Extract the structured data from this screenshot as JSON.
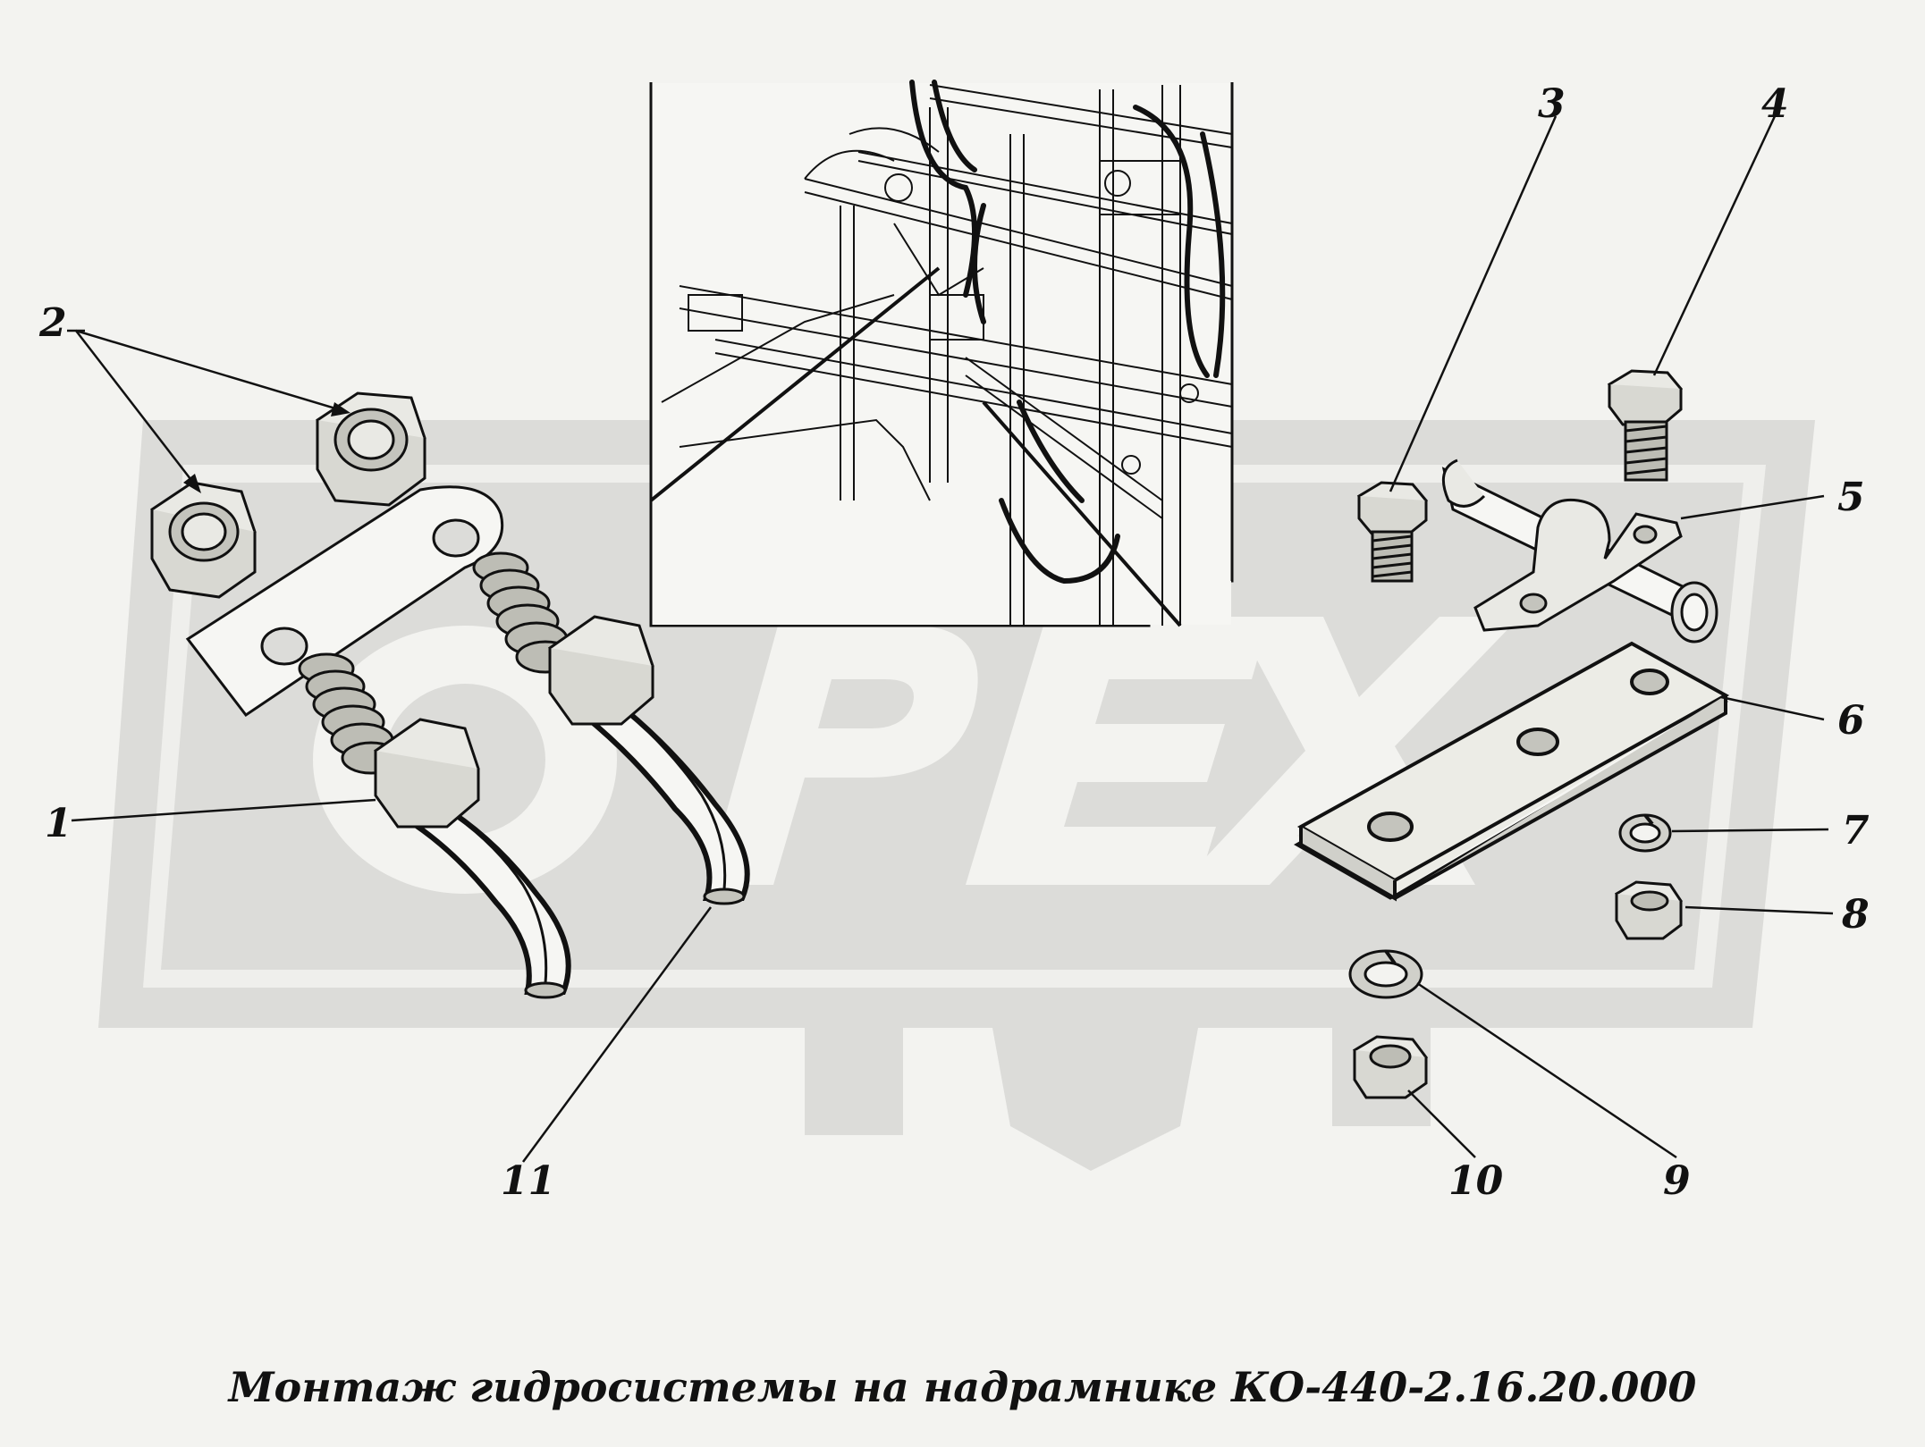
{
  "callouts": {
    "c1": "1",
    "c2": "2",
    "c3": "3",
    "c4": "4",
    "c5": "5",
    "c6": "6",
    "c7": "7",
    "c8": "8",
    "c9": "9",
    "c10": "10",
    "c11": "11"
  },
  "watermark": {
    "text": "OPEX",
    "color": "#d6d6d4"
  },
  "caption": "Монтаж гидросистемы на надрамнике КО-440-2.16.20.000",
  "colors": {
    "background": "#f3f3f0",
    "ink": "#111111",
    "part_fill": "#e9e9e4"
  }
}
